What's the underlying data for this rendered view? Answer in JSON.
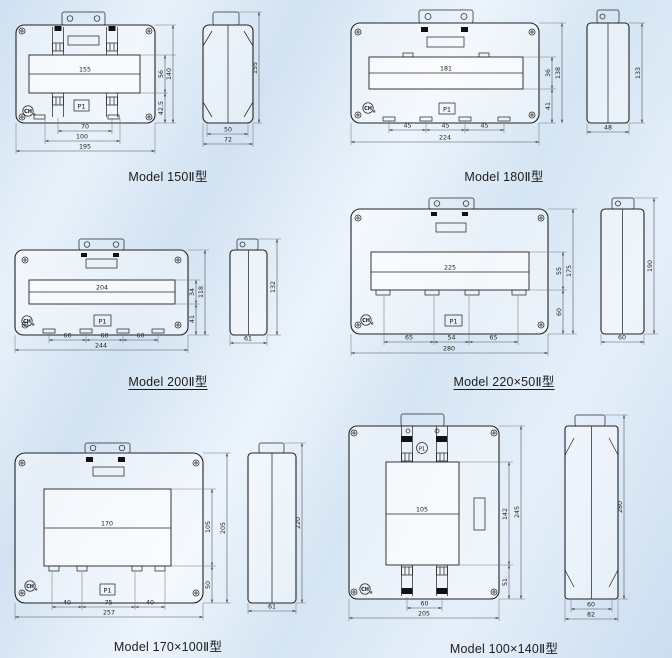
{
  "logo_text": "CH",
  "colors": {
    "background": "#d9e7f4",
    "line": "#222222",
    "dim": "#555555"
  },
  "models": [
    {
      "caption": "Model 150Ⅱ型",
      "p1": "P1",
      "front": {
        "window": "155",
        "win_h": "56",
        "lower": "42.5",
        "overall": "140",
        "bottom": [
          "70",
          "100",
          "195"
        ]
      },
      "side": {
        "height": "155",
        "bottom": [
          "50",
          "72"
        ]
      }
    },
    {
      "caption": "Model 180Ⅱ型",
      "p1": "P1",
      "front": {
        "window": "181",
        "win_h": "36",
        "lower": "41",
        "overall": "138",
        "bottom": [
          "45",
          "45",
          "45",
          "224"
        ]
      },
      "side": {
        "height": "133",
        "bottom": [
          "48"
        ]
      }
    },
    {
      "caption": "Model 200Ⅱ型",
      "p1": "P1",
      "front": {
        "window": "204",
        "win_h": "34",
        "lower": "41",
        "overall": "118",
        "bottom": [
          "60",
          "60",
          "60",
          "244"
        ]
      },
      "side": {
        "height": "132",
        "bottom": [
          "61"
        ]
      }
    },
    {
      "caption": "Model 220×50Ⅱ型",
      "p1": "P1",
      "front": {
        "window": "225",
        "win_h": "55",
        "lower": "60",
        "overall": "175",
        "bottom": [
          "65",
          "54",
          "65",
          "280"
        ]
      },
      "side": {
        "height": "190",
        "bottom": [
          "60"
        ]
      }
    },
    {
      "caption": "Model 170×100Ⅱ型",
      "p1": "P1",
      "front": {
        "window": "170",
        "win_h": "105",
        "lower": "50",
        "overall": "205",
        "bottom": [
          "40",
          "75",
          "40",
          "257"
        ]
      },
      "side": {
        "height": "220",
        "bottom": [
          "61"
        ]
      }
    },
    {
      "caption": "Model 100×140Ⅱ型",
      "p1": "P1",
      "front": {
        "window": "105",
        "win_h": "142",
        "lower": "51",
        "overall": "245",
        "bottom": [
          "60",
          "205"
        ]
      },
      "side": {
        "height": "280",
        "bottom": [
          "60",
          "82"
        ]
      }
    }
  ]
}
